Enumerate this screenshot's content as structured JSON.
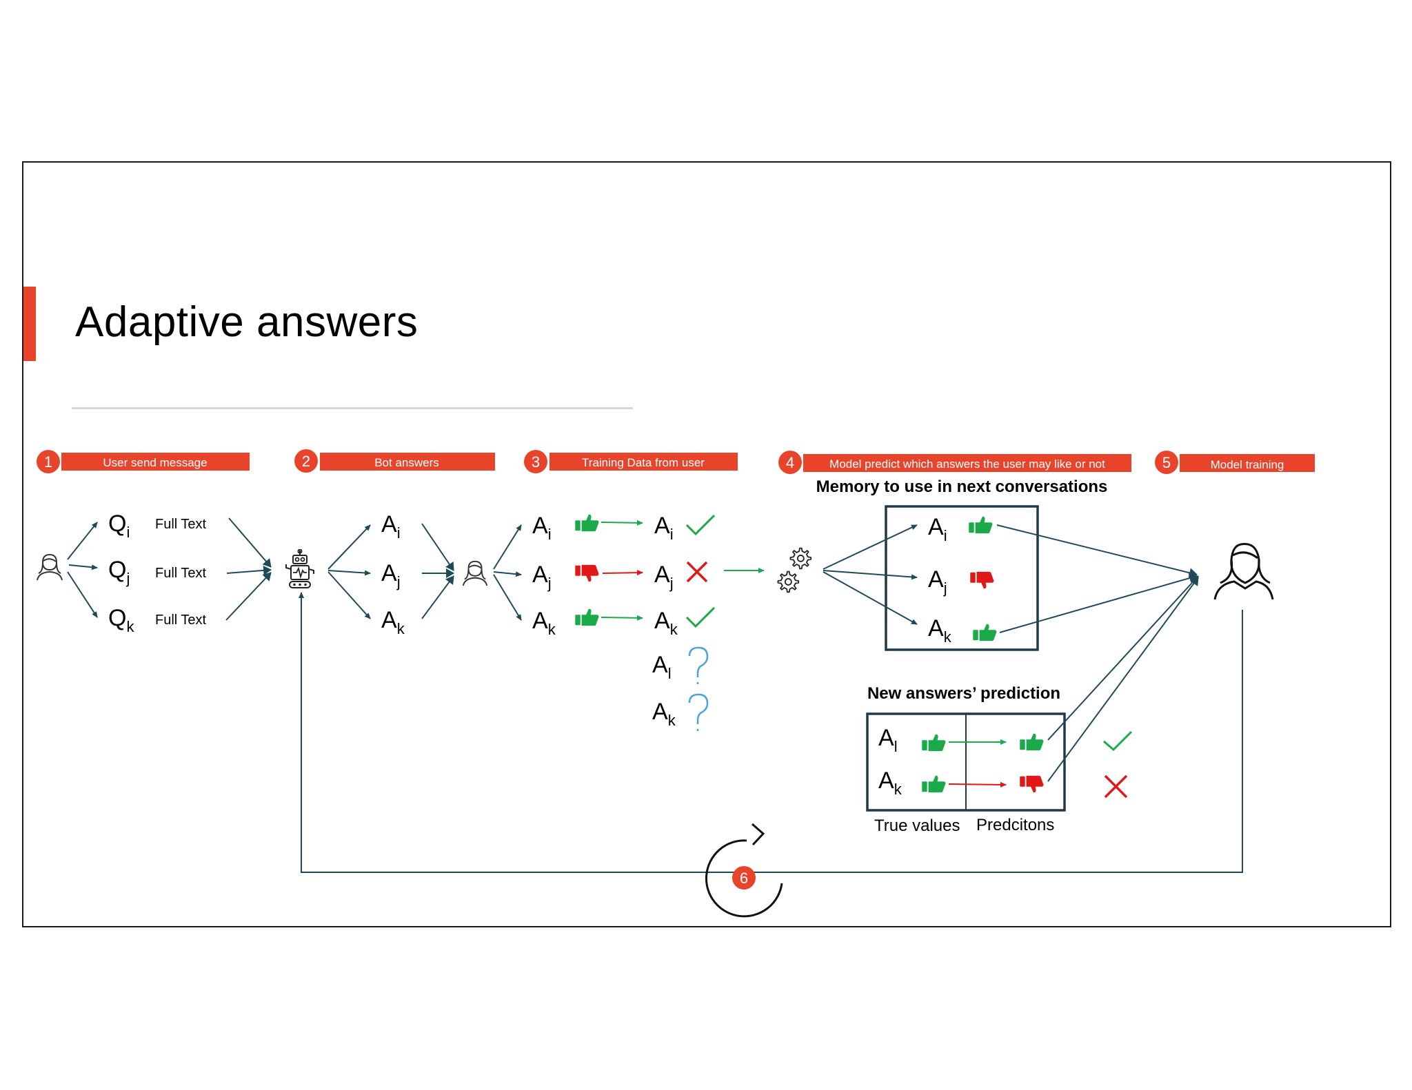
{
  "slide": {
    "title": "Adaptive answers",
    "colors": {
      "accent": "#e8442c",
      "box": "#1e3a4a",
      "arrow": "#1e4a5a",
      "thumb_up": "#1aaa4a",
      "thumb_down": "#e01818",
      "check": "#1aaa4a",
      "cross": "#e01818",
      "question": "#4aa3d8"
    }
  },
  "steps": [
    {
      "number": "1",
      "label": "User send message"
    },
    {
      "number": "2",
      "label": "Bot answers"
    },
    {
      "number": "3",
      "label": "Training Data from user"
    },
    {
      "number": "4",
      "label": "Model predict which answers the user may like or not"
    },
    {
      "number": "5",
      "label": "Model training"
    },
    {
      "number": "6"
    }
  ],
  "questions": [
    {
      "base": "Q",
      "sub": "i",
      "text": "Full Text"
    },
    {
      "base": "Q",
      "sub": "j",
      "text": "Full Text"
    },
    {
      "base": "Q",
      "sub": "k",
      "text": "Full Text"
    }
  ],
  "bot_answers": [
    {
      "base": "A",
      "sub": "i"
    },
    {
      "base": "A",
      "sub": "j"
    },
    {
      "base": "A",
      "sub": "k"
    }
  ],
  "training": {
    "rows": [
      {
        "base": "A",
        "sub": "i",
        "feedback": "thumb-up",
        "result": "check"
      },
      {
        "base": "A",
        "sub": "j",
        "feedback": "thumb-down",
        "result": "cross"
      },
      {
        "base": "A",
        "sub": "k",
        "feedback": "thumb-up",
        "result": "check"
      }
    ],
    "unknown": [
      {
        "base": "A",
        "sub": "l",
        "result": "question"
      },
      {
        "base": "A",
        "sub": "k",
        "result": "question"
      }
    ]
  },
  "memory": {
    "heading": "Memory to use in next conversations",
    "rows": [
      {
        "base": "A",
        "sub": "i",
        "feedback": "thumb-up"
      },
      {
        "base": "A",
        "sub": "j",
        "feedback": "thumb-down"
      },
      {
        "base": "A",
        "sub": "k",
        "feedback": "thumb-up"
      }
    ]
  },
  "prediction": {
    "heading": "New answers’ prediction",
    "true_label": "True values",
    "pred_label": "Predcitons",
    "rows": [
      {
        "base": "A",
        "sub": "l",
        "true": "thumb-up",
        "pred": "thumb-up",
        "verdict": "check"
      },
      {
        "base": "A",
        "sub": "k",
        "true": "thumb-up",
        "pred": "thumb-down",
        "verdict": "cross"
      }
    ]
  }
}
